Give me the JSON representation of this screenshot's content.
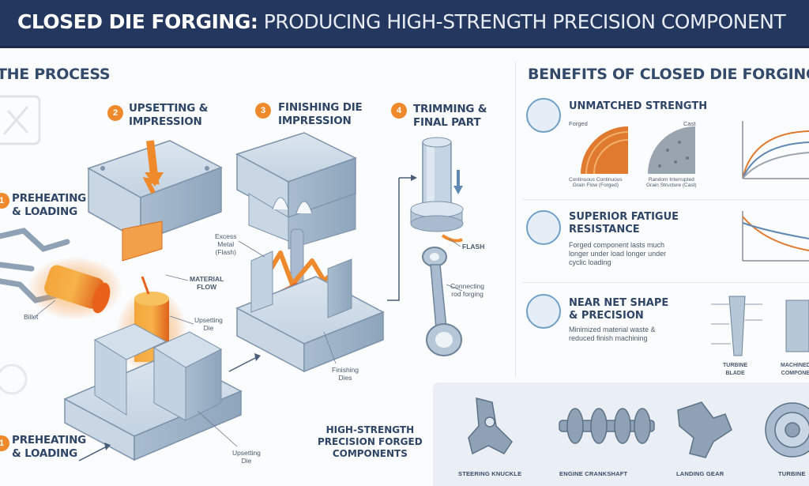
{
  "header": {
    "title_main": "CLOSED DIE FORGING:",
    "title_sub": " PRODUCING HIGH-STRENGTH PRECISION COMPONENT"
  },
  "process": {
    "section_title": "THE PROCESS",
    "steps": [
      {
        "num": "1",
        "label": "PREHEATING\n& LOADING"
      },
      {
        "num": "2",
        "label": "UPSETTING &\nIMPRESSION"
      },
      {
        "num": "3",
        "label": "FINISHING DIE\nIMPRESSION"
      },
      {
        "num": "4",
        "label": "TRIMMING &\nFINAL PART"
      }
    ],
    "repeat_step_label": "PREHEATING\n& LOADING",
    "callouts": {
      "billet": "Billet",
      "material_flow": "MATERIAL\nFLOW",
      "upsetting_die_1": "Upsetting\nDie",
      "upsetting_die_2": "Upsetting\nDie",
      "excess_metal": "Excess\nMetal\n(Flash)",
      "finishing_dies": "Finishing\nDies",
      "flash": "FLASH",
      "connecting_rod": "Connecting\nrod forging"
    }
  },
  "benefits": {
    "section_title": "BENEFITS OF CLOSED DIE FORGING",
    "items": [
      {
        "title": "UNMATCHED STRENGTH",
        "desc": ""
      },
      {
        "title": "SUPERIOR FATIGUE\nRESISTANCE",
        "desc": "Forged component lasts much\nlonger under load longer under\ncyclic loading"
      },
      {
        "title": "NEAR NET SHAPE\n& PRECISION",
        "desc": "Minimized material waste &\nreduced finish machining"
      }
    ],
    "strength_labels": {
      "forged": "Forged",
      "cast": "Cast",
      "forged_caption": "Continuous Continuous\nGrain Flow (Forged)",
      "cast_caption": "Random Interrupted\nGrain Structure (Cast)"
    },
    "precision_labels": {
      "turbine_blade": "TURBINE\nBLADE",
      "machined": "MACHINED\nCOMPONE"
    }
  },
  "applications": {
    "title": "HIGH-STRENGTH\nPRECISION FORGED\nCOMPONENTS",
    "items": [
      "STEERING KNUCKLE",
      "ENGINE CRANKSHAFT",
      "LANDING GEAR",
      "TURBINE"
    ]
  },
  "colors": {
    "banner": "#24375e",
    "accent_orange": "#ef8a2c",
    "steel_blue": "#b6c7d8",
    "hot_metal": "#f07a1e"
  }
}
